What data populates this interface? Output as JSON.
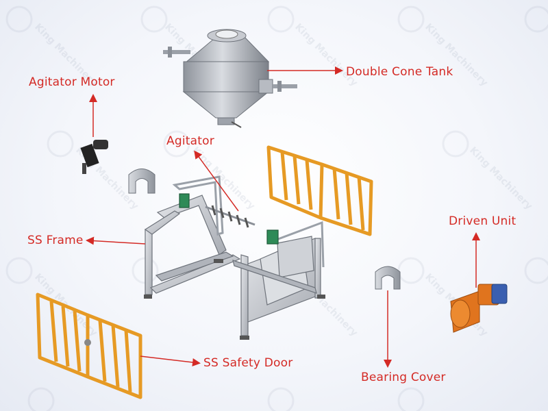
{
  "labels": {
    "double_cone_tank": "Double Cone Tank",
    "agitator_motor": "Agitator Motor",
    "agitator": "Agitator",
    "ss_frame": "SS Frame",
    "driven_unit": "Driven Unit",
    "ss_safety_door": "SS Safety Door",
    "bearing_cover": "Bearing Cover"
  },
  "watermark": {
    "text": "King Machinery"
  },
  "colors": {
    "label": "#d42a25",
    "arrow": "#d42a25",
    "steel": "#c9ccd2",
    "steel_dark": "#8c9098",
    "door": "#e69a24",
    "motor_green": "#1f7a4a",
    "driven_orange": "#e0741e",
    "driven_blue": "#3a5fb0"
  }
}
